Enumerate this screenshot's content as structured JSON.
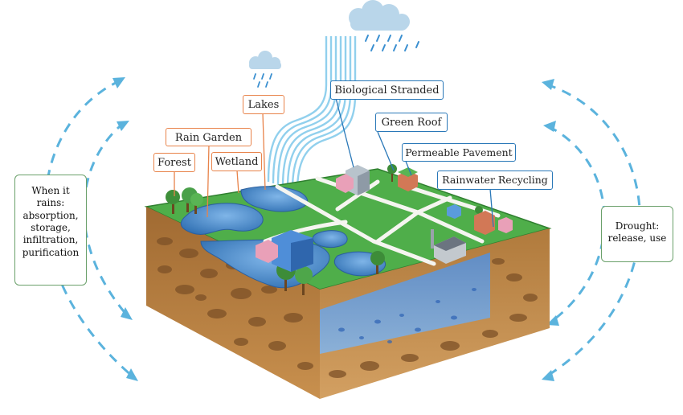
{
  "labels": {
    "forest": "Forest",
    "rain_garden": "Rain Garden",
    "wetland": "Wetland",
    "lakes": "Lakes",
    "biological_stranded": "Biological Stranded",
    "green_roof": "Green Roof",
    "permeable_pavement": "Permeable Pavement",
    "rainwater_recycling": "Rainwater Recycling"
  },
  "left_panel": {
    "lines": [
      "When it",
      "rains:",
      "absorption,",
      "storage,",
      "infiltration,",
      "purification"
    ]
  },
  "right_panel": {
    "lines": [
      "Drought:",
      "release, use"
    ]
  },
  "colors": {
    "label_border_orange": "#e8834a",
    "label_border_blue": "#2a78b8",
    "panel_border": "#6aa06a",
    "arrow": "#5bb3dd",
    "grass": "#4fae4a",
    "soil": "#b57e3e",
    "water": "#3f86c8",
    "rain": "#6cc0e6"
  },
  "icons": [
    "cloud-icon",
    "rain-icon",
    "tree-icon",
    "building-icon",
    "factory-icon",
    "arrow-icon"
  ]
}
